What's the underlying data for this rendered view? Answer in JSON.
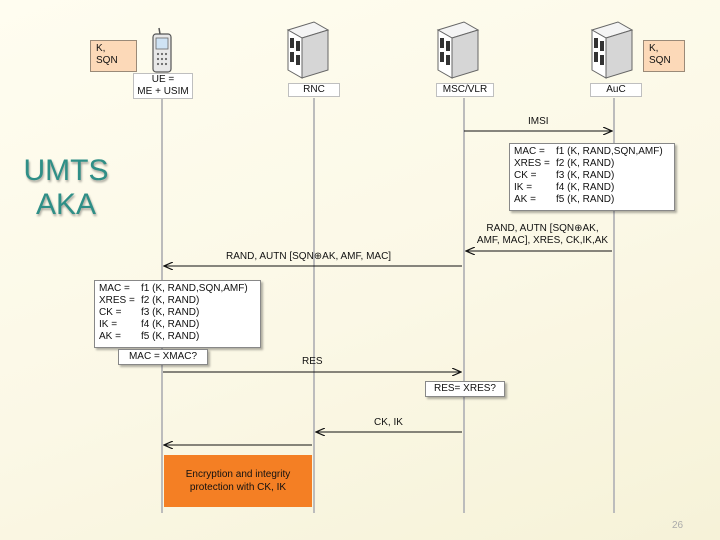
{
  "slide_title": [
    "UMTS",
    "AKA"
  ],
  "ue_note": [
    "K,",
    "SQN"
  ],
  "auc_note": [
    "K,",
    "SQN"
  ],
  "nodes": {
    "ue": [
      "UE =",
      "ME + USIM"
    ],
    "rnc": "RNC",
    "msc": "MSC/VLR",
    "auc": "AuC"
  },
  "messages": {
    "imsi": "IMSI",
    "auc_to_msc": [
      "RAND, AUTN [SQN⊕AK,",
      "AMF, MAC], XRES, CK,IK,AK"
    ],
    "msc_to_ue": "RAND, AUTN [SQN⊕AK, AMF, MAC]",
    "res": "RES",
    "ck_ik": "CK, IK"
  },
  "auc_functions": [
    {
      "name": "MAC =",
      "expr": "f1 (K, RAND,SQN,AMF)"
    },
    {
      "name": "XRES =",
      "expr": "f2 (K, RAND)"
    },
    {
      "name": "CK =",
      "expr": "f3 (K, RAND)"
    },
    {
      "name": "IK =",
      "expr": "f4 (K, RAND)"
    },
    {
      "name": "AK =",
      "expr": "f5 (K, RAND)"
    }
  ],
  "ue_functions": [
    {
      "name": "MAC =",
      "expr": "f1 (K, RAND,SQN,AMF)"
    },
    {
      "name": "XRES =",
      "expr": "f2 (K, RAND)"
    },
    {
      "name": "CK =",
      "expr": "f3 (K, RAND)"
    },
    {
      "name": "IK =",
      "expr": "f4 (K, RAND)"
    },
    {
      "name": "AK =",
      "expr": "f5 (K, RAND)"
    }
  ],
  "mac_check": "MAC = XMAC?",
  "res_check": "RES= XRES?",
  "encryption": [
    "Encryption and integrity",
    "protection with CK, IK"
  ],
  "page_number": "26",
  "colors": {
    "title": "#2f8f87",
    "note_fill": "#fcd9b8",
    "encryption_fill": "#f47f24",
    "lifeline": "#bcbcbc"
  }
}
